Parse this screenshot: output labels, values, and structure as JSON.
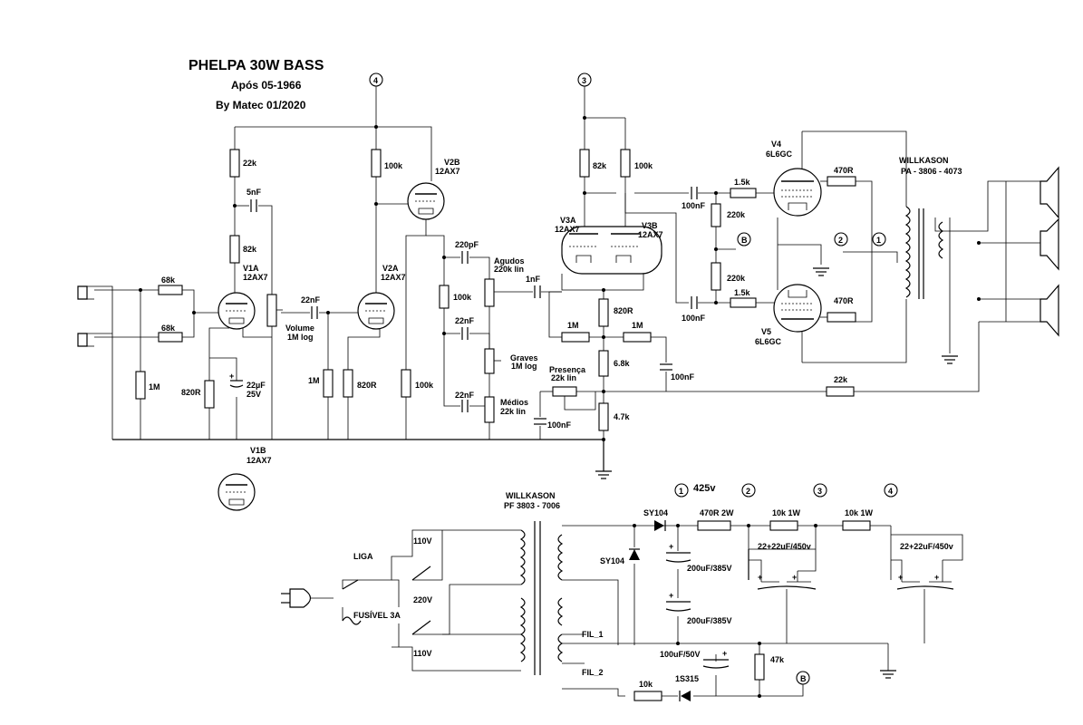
{
  "title": {
    "main": "PHELPA 30W BASS",
    "sub": "Após 05-1966",
    "author": "By Matec 01/2020"
  },
  "nodes": {
    "n1": "1",
    "n2": "2",
    "n3": "3",
    "n4": "4",
    "nB": "B",
    "v425": "425v"
  },
  "tubes": {
    "v1a": [
      "V1A",
      "12AX7"
    ],
    "v1b": [
      "V1B",
      "12AX7"
    ],
    "v2a": [
      "V2A",
      "12AX7"
    ],
    "v2b": [
      "V2B",
      "12AX7"
    ],
    "v3a": [
      "V3A",
      "12AX7"
    ],
    "v3b": [
      "V3B",
      "12AX7"
    ],
    "v4": [
      "V4",
      "6L6GC"
    ],
    "v5": [
      "V5",
      "6L6GC"
    ]
  },
  "resistors": {
    "r22k_v1": "22k",
    "r82k_v1": "82k",
    "r68k_a": "68k",
    "r68k_b": "68k",
    "r1m_in": "1M",
    "r820_v1": "820R",
    "r100k_v2a": "100k",
    "r1m_v2": "1M",
    "r820_v2": "820R",
    "r100k_v2b": "100k",
    "r100k_tone": "100k",
    "r82k_v3": "82k",
    "r100k_v3": "100k",
    "r820_v3": "820R",
    "r1m_a": "1M",
    "r1m_b": "1M",
    "r68k_v3": "6.8k",
    "r47k_v3": "4.7k",
    "r15k_a": "1.5k",
    "r15k_b": "1.5k",
    "r220k_a": "220k",
    "r220k_b": "220k",
    "r470_a": "470R",
    "r470_b": "470R",
    "r22k_nfb": "22k",
    "r470_2w": "470R 2W",
    "r10k_a": "10k 1W",
    "r10k_b": "10k 1W",
    "r47k_ps": "47k",
    "r10k_bias": "10k"
  },
  "capacitors": {
    "c5nf": "5nF",
    "c22nf_a": "22nF",
    "c22uf": "22µF",
    "c22uf_v": "25V",
    "c220pf": "220pF",
    "c1nf": "1nF",
    "c22nf_b": "22nF",
    "c22nf_c": "22nF",
    "c100nf_p": "100nF",
    "c100nf_a": "100nF",
    "c100nf_b": "100nF",
    "c100nf_c": "100nF",
    "c200uf_a": "200uF/385V",
    "c200uf_b": "200uF/385V",
    "c22_22_a": "22+22uF/450v",
    "c22_22_b": "22+22uF/450v",
    "c100uf": "100uF/50V"
  },
  "pots": {
    "volume": [
      "Volume",
      "1M log"
    ],
    "agudos": [
      "Agudos",
      "220k lin"
    ],
    "graves": [
      "Graves",
      "1M log"
    ],
    "medios": [
      "Médios",
      "22k lin"
    ],
    "presenca": [
      "Presença",
      "22k lin"
    ]
  },
  "diodes": {
    "sy104_a": "SY104",
    "sy104_b": "SY104",
    "s315": "1S315"
  },
  "output_transformer": [
    "WILLKASON",
    "PA - 3806 - 4073"
  ],
  "power_transformer": [
    "WILLKASON",
    "PF 3803 - 7006"
  ],
  "mains": {
    "v110a": "110V",
    "v220": "220V",
    "v110b": "110V",
    "liga": "LIGA",
    "fuse": "FUSÍVEL 3A",
    "fil1": "FIL_1",
    "fil2": "FIL_2"
  }
}
